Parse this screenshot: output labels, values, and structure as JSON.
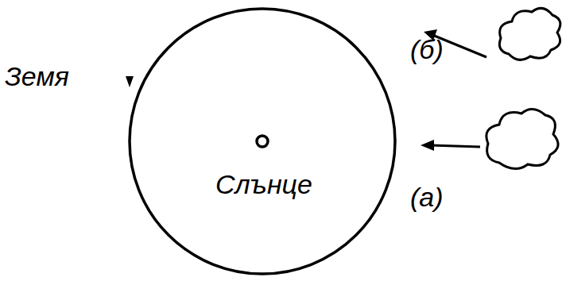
{
  "diagram": {
    "labels": [
      "Земя",
      "Слънце",
      "(б)",
      "(а)"
    ]
  }
}
